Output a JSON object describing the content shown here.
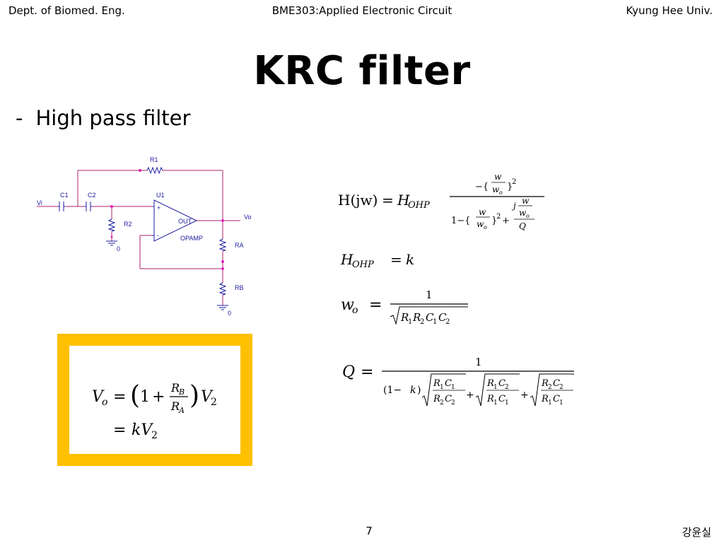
{
  "header": {
    "left": "Dept. of Biomed. Eng.",
    "center": "BME303:Applied Electronic Circuit",
    "right": "Kyung Hee Univ."
  },
  "title": "KRC filter",
  "bullet": {
    "marker": "-",
    "text": "High pass filter"
  },
  "circuit": {
    "labels": {
      "r1": "R1",
      "c1": "C1",
      "c2": "C2",
      "u1": "U1",
      "vi": "Vi",
      "vo": "Vo",
      "r2": "R2",
      "out": "OUT",
      "opamp": "OPAMP",
      "ra": "RA",
      "rb": "RB",
      "gnd1": "0",
      "gnd2": "0",
      "plus": "+",
      "minus": "-"
    },
    "colors": {
      "wire": "#b0206a",
      "component": "#1c1ca0",
      "node": "#e020c0"
    }
  },
  "formula_box": {
    "line1": {
      "lhs": "V",
      "lhs_sub": "o",
      "eq": "=",
      "one": "1",
      "plus": "+",
      "num": "R",
      "num_sub": "B",
      "den": "R",
      "den_sub": "A",
      "rhs": "V",
      "rhs_sub": "2"
    },
    "line2": {
      "eq": "=",
      "rhs": "kV",
      "rhs_sub": "2"
    },
    "border_color": "#ffc000"
  },
  "equations": {
    "h": {
      "lhs": "H(jw)",
      "eq": "=",
      "H": "H",
      "H_sub": "OHP",
      "num_minus": "−{",
      "w": "w",
      "wo": "w",
      "wo_sub": "o",
      "close": "}",
      "sq": "2",
      "den_pre": "1−{",
      "den_plus": "+",
      "j": "j",
      "Q": "Q"
    },
    "hohp": {
      "H": "H",
      "H_sub": "OHP",
      "eq": "=",
      "rhs": "k"
    },
    "wo": {
      "w": "w",
      "w_sub": "o",
      "eq": "=",
      "num": "1",
      "den": "R",
      "s1": "1",
      "s2": "2",
      "C": "C"
    },
    "q": {
      "Q": "Q",
      "eq": "=",
      "num": "1",
      "pre": "(1−",
      "k": "k",
      "post": ")",
      "R": "R",
      "C": "C",
      "plus": "+",
      "s1": "1",
      "s2": "2"
    }
  },
  "footer": {
    "page_number": "7",
    "author": "강윤실"
  }
}
